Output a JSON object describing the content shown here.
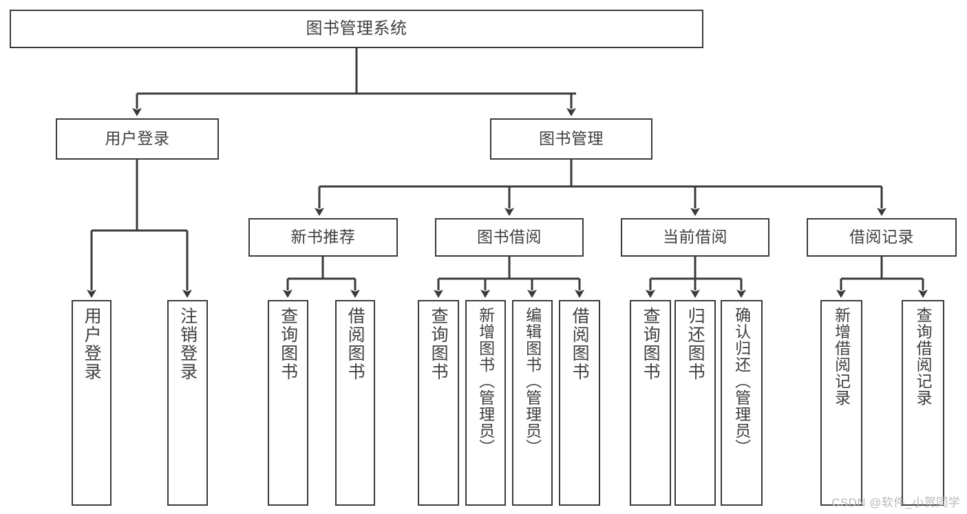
{
  "diagram": {
    "title": "图书管理系统",
    "watermark": "CSDN @软件_小贺同学",
    "colors": {
      "border": "#3a3a3a",
      "text": "#3f3f3f",
      "background": "#ffffff",
      "watermark": "#b9b9b9"
    },
    "root": {
      "label": "图书管理系统"
    },
    "level1": [
      {
        "label": "用户登录"
      },
      {
        "label": "图书管理"
      }
    ],
    "level2": [
      {
        "label": "新书推荐"
      },
      {
        "label": "图书借阅"
      },
      {
        "label": "当前借阅"
      },
      {
        "label": "借阅记录"
      }
    ],
    "leaves": {
      "user_login": [
        {
          "label": "用户登录"
        },
        {
          "label": "注销登录"
        }
      ],
      "new_books": [
        {
          "label": "查询图书"
        },
        {
          "label": "借阅图书"
        }
      ],
      "book_borrow": [
        {
          "label": "查询图书"
        },
        {
          "label": "新增图书（管理员）"
        },
        {
          "label": "编辑图书（管理员）"
        },
        {
          "label": "借阅图书"
        }
      ],
      "current_borrow": [
        {
          "label": "查询图书"
        },
        {
          "label": "归还图书"
        },
        {
          "label": "确认归还（管理员）"
        }
      ],
      "borrow_record": [
        {
          "label": "新增借阅记录"
        },
        {
          "label": "查询借阅记录"
        }
      ]
    }
  }
}
